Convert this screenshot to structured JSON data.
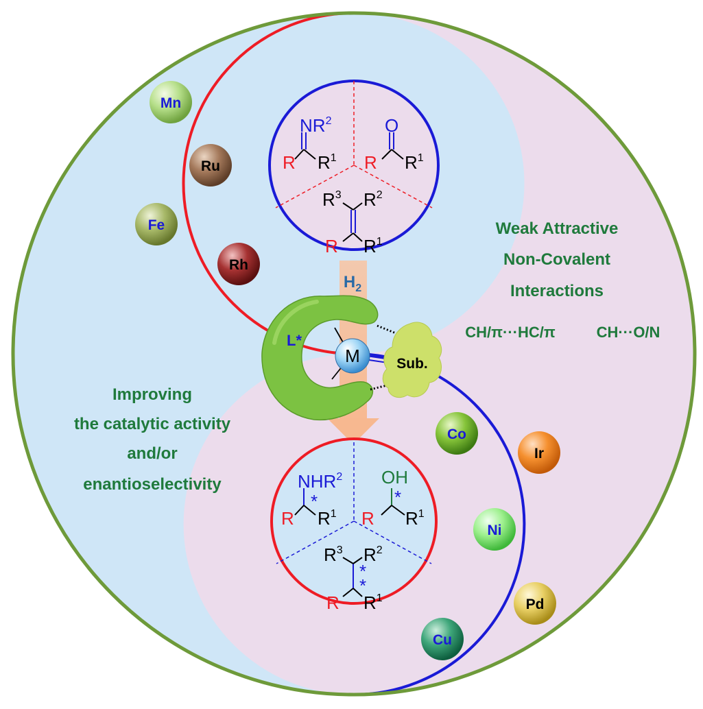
{
  "metals": {
    "Mn": "Mn",
    "Ru": "Ru",
    "Fe": "Fe",
    "Rh": "Rh",
    "Co": "Co",
    "Ir": "Ir",
    "Ni": "Ni",
    "Pd": "Pd",
    "Cu": "Cu"
  },
  "catalyst": {
    "ligand": "L*",
    "metal": "M",
    "substrate": "Sub.",
    "hydrogen": "H",
    "hydrogen_sub": "2"
  },
  "right_text": {
    "line1": "Weak Attractive",
    "line2": "Non-Covalent",
    "line3": "Interactions",
    "interactions_a": "CH/π···HC/π",
    "interactions_b": "CH···O/N"
  },
  "left_text": {
    "line1": "Improving",
    "line2": "the catalytic activity",
    "line3": "and/or",
    "line4": "enantioselectivity"
  },
  "colors": {
    "outer_ring": "#6e9a3a",
    "left_bg": "#cfe6f7",
    "right_bg": "#ecdcec",
    "red": "#ee1c25",
    "blue": "#1a1ad6",
    "label_green": "#1f7a3c",
    "hydrogen_text": "#2a6aa6",
    "arrow": "#f6c3a2"
  },
  "substrates": {
    "imine": {
      "N": "NR",
      "N_sup": "2",
      "R": "R",
      "R1": "R",
      "R1_sup": "1"
    },
    "ketone": {
      "O": "O",
      "R": "R",
      "R1": "R",
      "R1_sup": "1"
    },
    "alkene": {
      "R3": "R",
      "R3_sup": "3",
      "R2": "R",
      "R2_sup": "2",
      "R": "R",
      "R1": "R",
      "R1_sup": "1"
    }
  },
  "products": {
    "amine": {
      "N": "NHR",
      "N_sup": "2",
      "star": "*",
      "R": "R",
      "R1": "R",
      "R1_sup": "1"
    },
    "alcohol": {
      "O": "OH",
      "star": "*",
      "R": "R",
      "R1": "R",
      "R1_sup": "1"
    },
    "alkane": {
      "R3": "R",
      "R3_sup": "3",
      "R2": "R",
      "R2_sup": "2",
      "star1": "*",
      "star2": "*",
      "R": "R",
      "R1": "R",
      "R1_sup": "1"
    }
  }
}
